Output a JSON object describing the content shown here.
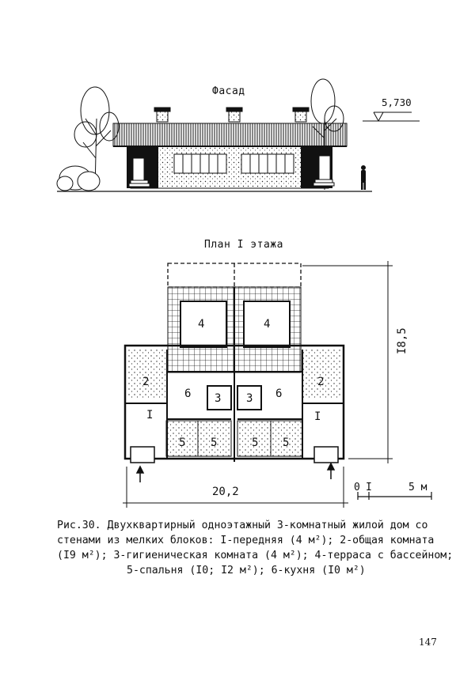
{
  "facade": {
    "title": "Фасад",
    "elevation": "5,730"
  },
  "plan": {
    "title": "План I этажа",
    "width_dim": "20,2",
    "depth_dim": "I8,5",
    "scale": {
      "zero": "0",
      "one": "I",
      "five": "5 м"
    },
    "rooms": {
      "terrace_left": "4",
      "terrace_right": "4",
      "common_left": "2",
      "common_right": "2",
      "kitchen_left": "6",
      "kitchen_right": "6",
      "bath_left": "3",
      "bath_right": "3",
      "hall_left": "I",
      "hall_right": "I",
      "bed_a": "5",
      "bed_b": "5",
      "bed_c": "5",
      "bed_d": "5"
    }
  },
  "caption": {
    "line1": "Рис.30. Двухквартирный одноэтажный 3-комнатный жилой дом со",
    "line2": "стенами из мелких блоков: I-передняя (4 м²); 2-общая комната",
    "line3": "(I9 м²); 3-гигиеническая комната (4 м²); 4-терраса с бассейном;",
    "line4": "5-спальня (I0; I2 м²); 6-кухня (I0 м²)"
  },
  "page_number": "147"
}
